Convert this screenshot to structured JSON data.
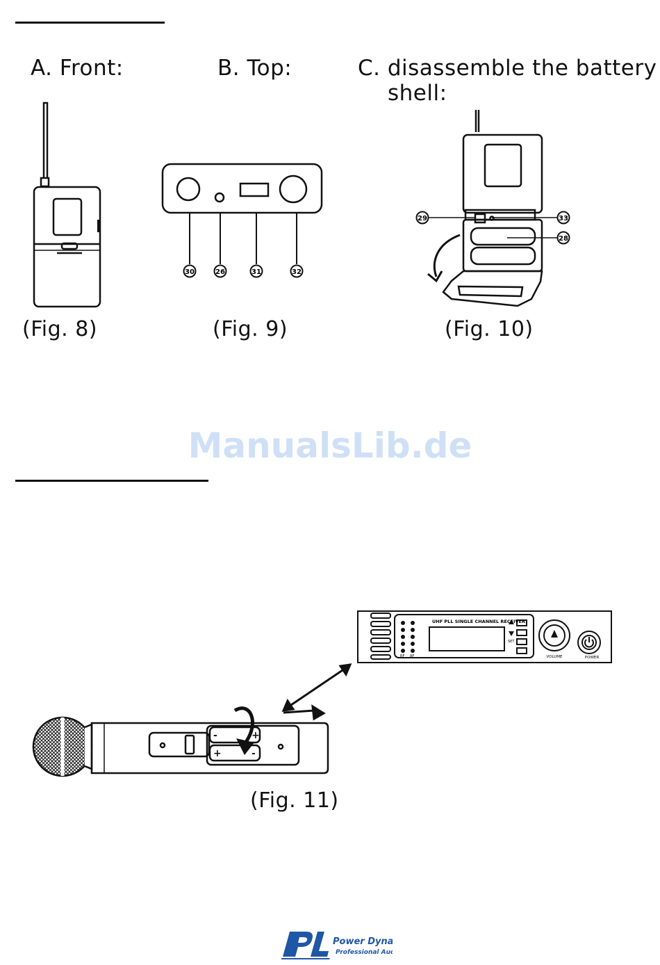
{
  "section_a": {
    "label_a": "A. Front:",
    "label_b": "B. Top:",
    "label_c_line1": "C. disassemble the battery",
    "label_c_line2": "shell:",
    "captions": [
      "(Fig. 8)",
      "(Fig. 9)",
      "(Fig. 10)"
    ],
    "fig9_callouts": [
      "30",
      "26",
      "31",
      "32"
    ],
    "fig10_callouts": [
      "29",
      "33",
      "28"
    ]
  },
  "watermark": "ManualsLib.de",
  "section_b": {
    "receiver_title": "UHF PLL SINGLE CHANNEL RECEIVER",
    "receiver_volume": "VOLUME",
    "receiver_power": "POWER",
    "receiver_led_labels": [
      "RF",
      "AF"
    ],
    "receiver_set_label": "SET",
    "caption": "(Fig. 11)"
  },
  "footer": {
    "logo_mark": "PD",
    "logo_name": "Power Dynamics",
    "logo_tagline": "Professional Audio"
  },
  "colors": {
    "ink": "#111111",
    "watermark": "#cfe0f6",
    "logo": "#1f56a6"
  }
}
